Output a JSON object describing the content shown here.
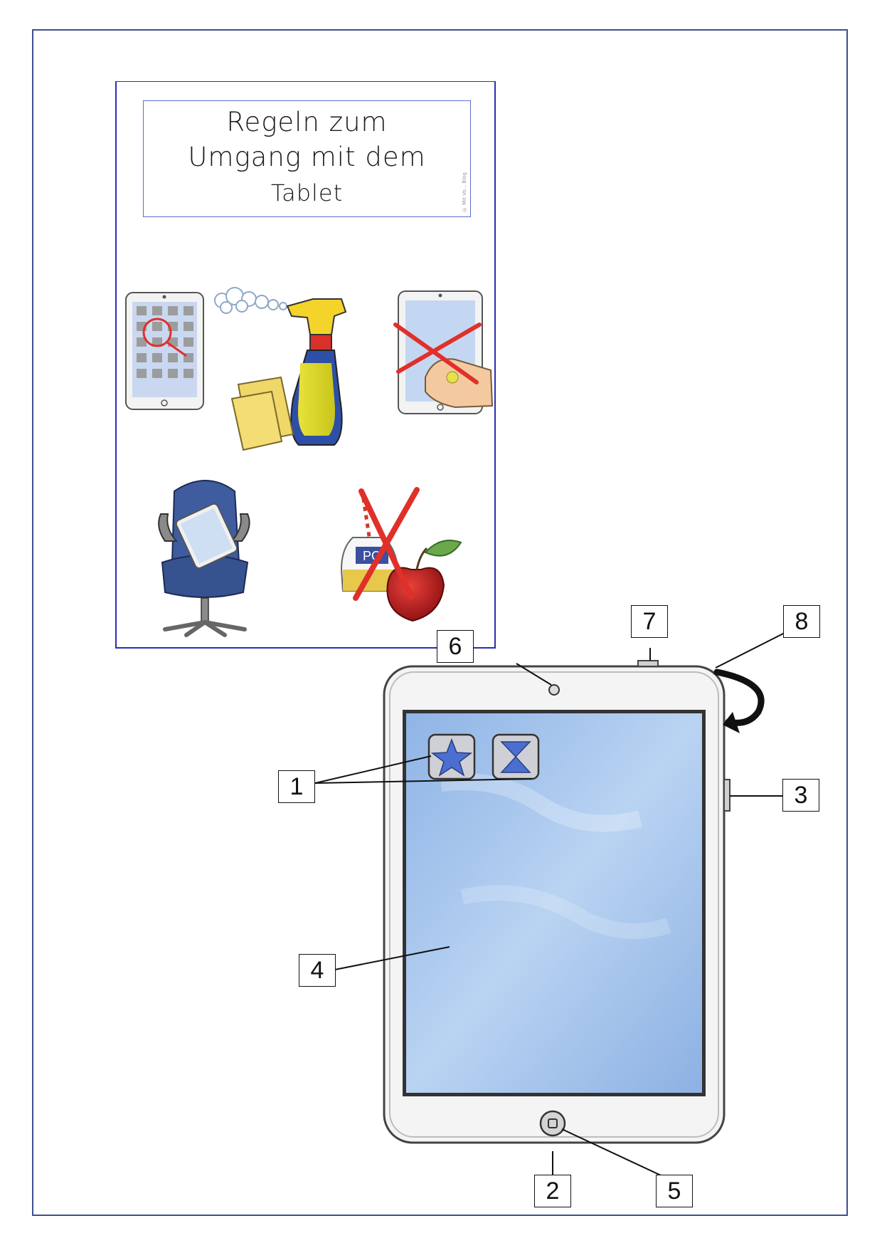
{
  "poster": {
    "title_line1": "Regeln zum",
    "title_line2": "Umgang mit dem",
    "title_line3": "Tablet",
    "credit": "© Mit Vo... Blog"
  },
  "callouts": {
    "c1": "1",
    "c2": "2",
    "c3": "3",
    "c4": "4",
    "c5": "5",
    "c6": "6",
    "c7": "7",
    "c8": "8"
  },
  "colors": {
    "frame": "#3f4f8f",
    "poster_border": "#2b2fb0",
    "screen": "#a9c8ee",
    "icon_blue": "#4a6fd0",
    "prohibit_red": "#e0302a"
  }
}
